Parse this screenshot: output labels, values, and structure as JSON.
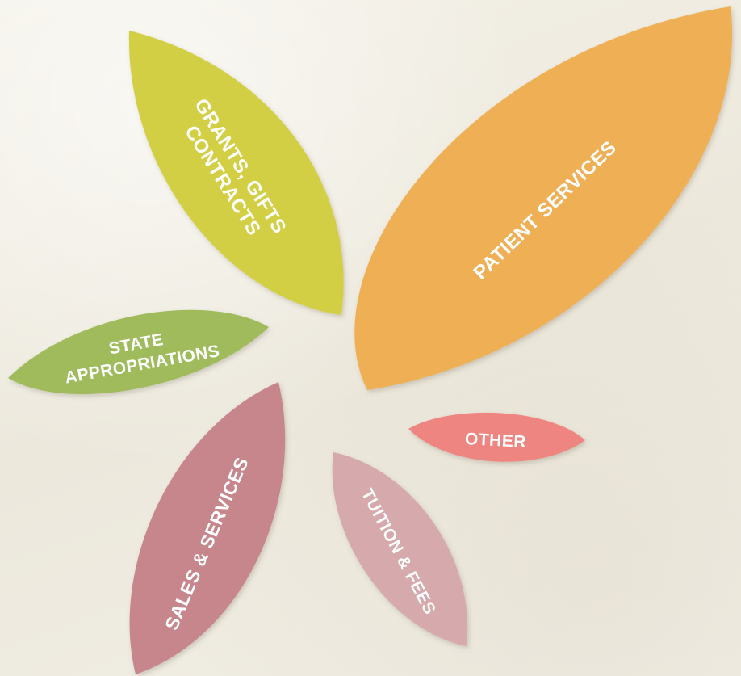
{
  "petals": {
    "patient_services": {
      "label": "PATIENT SERVICES",
      "color": "#efaf55"
    },
    "grants_gifts_contracts": {
      "line1": "GRANTS, GIFTS",
      "line2": "CONTRACTS",
      "color": "#d3cf45"
    },
    "state_appropriations": {
      "line1": "STATE",
      "line2": "APPROPRIATIONS",
      "color": "#9fbb5b"
    },
    "sales_services": {
      "label": "SALES & SERVICES",
      "color": "#c6868c"
    },
    "tuition_fees": {
      "label": "TUITION & FEES",
      "color": "#d6aaac"
    },
    "other": {
      "label": "OTHER",
      "color": "#ef8580"
    }
  }
}
